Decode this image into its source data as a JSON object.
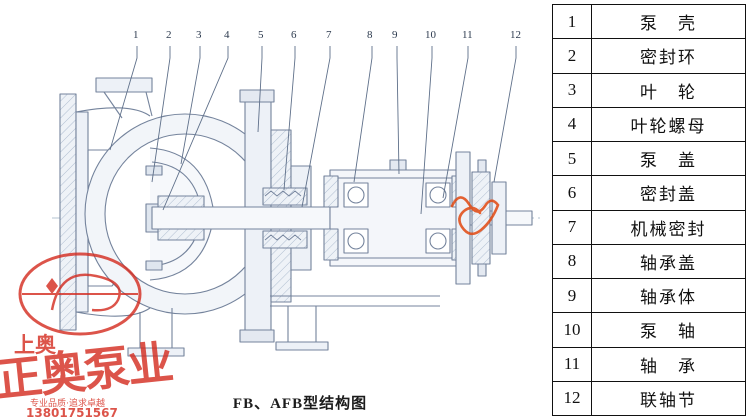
{
  "caption": "FB、AFB型结构图",
  "callouts": [
    "1",
    "2",
    "3",
    "4",
    "5",
    "6",
    "7",
    "8",
    "9",
    "10",
    "11",
    "12"
  ],
  "parts_table": {
    "rows": [
      {
        "num": "1",
        "label": "泵　壳"
      },
      {
        "num": "2",
        "label": "密封环"
      },
      {
        "num": "3",
        "label": "叶　轮"
      },
      {
        "num": "4",
        "label": "叶轮螺母"
      },
      {
        "num": "5",
        "label": "泵　盖"
      },
      {
        "num": "6",
        "label": "密封盖"
      },
      {
        "num": "7",
        "label": "机械密封"
      },
      {
        "num": "8",
        "label": "轴承盖"
      },
      {
        "num": "9",
        "label": "轴承体"
      },
      {
        "num": "10",
        "label": "泵　轴"
      },
      {
        "num": "11",
        "label": "轴　承"
      },
      {
        "num": "12",
        "label": "联轴节"
      }
    ]
  },
  "watermark": {
    "logo_text": "上奥",
    "brand": "正奥泵业",
    "slogan": "专业品质·追求卓越",
    "phone": "13801751567"
  },
  "colors": {
    "drawing_line": "#74839c",
    "watermark_red": "#d42a1e",
    "scribble_orange": "#e0480f",
    "table_border": "#111111"
  }
}
